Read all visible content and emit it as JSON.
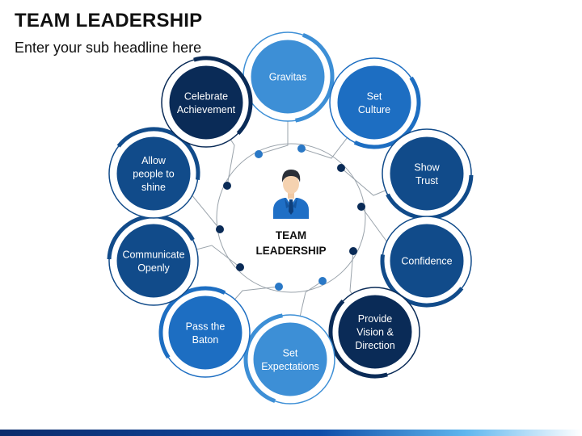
{
  "title": "TEAM LEADERSHIP",
  "subtitle": "Enter your sub headline here",
  "center": {
    "label_line1": "TEAM",
    "label_line2": "LEADERSHIP",
    "icon": "leader-person-icon"
  },
  "colors": {
    "navy": "#0a2b57",
    "dark_blue": "#114b8a",
    "blue": "#1d6ec2",
    "light_blue": "#3d8fd6",
    "connector": "#9aa3ab",
    "dot_navy": "#0a2b57",
    "dot_blue": "#2a78c6"
  },
  "nodes": [
    {
      "id": "gravitas",
      "lines": [
        "Gravitas"
      ],
      "tone": "light_blue"
    },
    {
      "id": "set-culture",
      "lines": [
        "Set",
        "Culture"
      ],
      "tone": "blue"
    },
    {
      "id": "show-trust",
      "lines": [
        "Show",
        "Trust"
      ],
      "tone": "dark_blue"
    },
    {
      "id": "confidence",
      "lines": [
        "Confidence"
      ],
      "tone": "dark_blue"
    },
    {
      "id": "provide-vision",
      "lines": [
        "Provide",
        "Vision &",
        "Direction"
      ],
      "tone": "navy"
    },
    {
      "id": "set-expectations",
      "lines": [
        "Set",
        "Expectations"
      ],
      "tone": "light_blue"
    },
    {
      "id": "pass-the-baton",
      "lines": [
        "Pass the",
        "Baton"
      ],
      "tone": "blue"
    },
    {
      "id": "communicate-openly",
      "lines": [
        "Communicate",
        "Openly"
      ],
      "tone": "dark_blue"
    },
    {
      "id": "allow-people",
      "lines": [
        "Allow",
        "people to",
        "shine"
      ],
      "tone": "dark_blue"
    },
    {
      "id": "celebrate-achievement",
      "lines": [
        "Celebrate",
        "Achievement"
      ],
      "tone": "navy"
    }
  ]
}
